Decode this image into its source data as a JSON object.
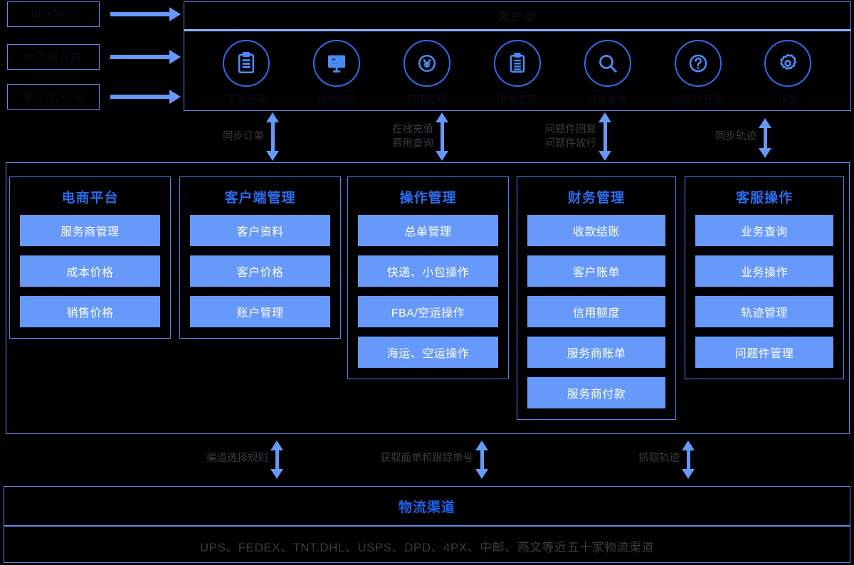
{
  "sources": [
    {
      "label": "电商平台"
    },
    {
      "label": "物流服务商"
    },
    {
      "label": "客户/代理商"
    }
  ],
  "top_panel": {
    "title": "客户端",
    "icons": [
      {
        "icon": "clipboard-icon",
        "label": "下单管理"
      },
      {
        "icon": "monitor-icon",
        "label": "操作管理"
      },
      {
        "icon": "yen-icon",
        "label": "费用管理"
      },
      {
        "icon": "clipboard2-icon",
        "label": "账单管理"
      },
      {
        "icon": "search-icon",
        "label": "订单查询"
      },
      {
        "icon": "question-icon",
        "label": "问题件管理"
      },
      {
        "icon": "gear-icon",
        "label": "设置"
      }
    ]
  },
  "upper_connectors": [
    {
      "lines": [
        "同步订单"
      ]
    },
    {
      "lines": [
        "在线充值",
        "费用查询"
      ]
    },
    {
      "lines": [
        "问题件回复",
        "问题件放行"
      ]
    },
    {
      "lines": [
        "同步轨迹"
      ]
    }
  ],
  "modules": [
    {
      "title": "电商平台",
      "items": [
        "服务商管理",
        "成本价格",
        "销售价格"
      ]
    },
    {
      "title": "客户端管理",
      "items": [
        "客户资料",
        "客户价格",
        "账户管理"
      ]
    },
    {
      "title": "操作管理",
      "items": [
        "总单管理",
        "快递、小包操作",
        "FBA/空运操作",
        "海运、空运操作"
      ]
    },
    {
      "title": "财务管理",
      "items": [
        "收款结账",
        "客户账单",
        "信用额度",
        "服务商账单",
        "服务商付款"
      ]
    },
    {
      "title": "客服操作",
      "items": [
        "业务查询",
        "业务操作",
        "轨迹管理",
        "问题件管理"
      ]
    }
  ],
  "lower_connectors": [
    {
      "label": "渠道选择规则"
    },
    {
      "label": "获取面单和跟踪单号"
    },
    {
      "label": "抓取轨迹"
    }
  ],
  "logistics": {
    "title": "物流渠道",
    "list": "UPS、FEDEX、TNT.DHL、USPS、DPD、4PX、中邮、燕文等近五十家物流渠道"
  },
  "colors": {
    "accent": "#6699fa",
    "border": "#5b8def",
    "title_blue": "#2b6cf0",
    "fill_blue": "#6699fa",
    "label_gray": "#3b3b42",
    "background": "#000000"
  }
}
